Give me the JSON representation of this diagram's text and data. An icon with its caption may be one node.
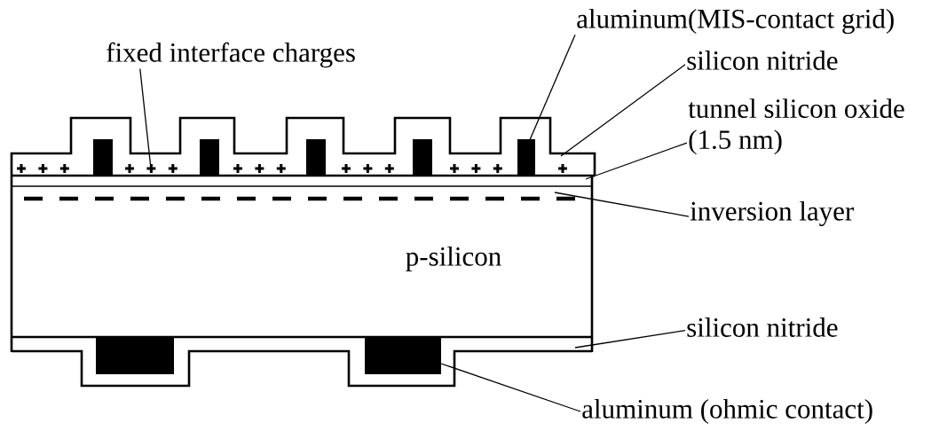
{
  "diagram": {
    "nodes": [
      {
        "text": [
          "aluminum(MIS-contact grid)"
        ]
      },
      {
        "text": [
          "fixed interface charges"
        ]
      },
      {
        "text": [
          "silicon nitride"
        ]
      },
      {
        "text": [
          "tunnel silicon oxide (1.5 nm)"
        ]
      },
      {
        "text": [
          "inversion layer"
        ]
      },
      {
        "text": [
          "silicon nitride"
        ]
      },
      {
        "text": [
          "aluminum (ohmic contact)"
        ]
      }
    ],
    "edges": [
      {
        "from": 0,
        "to": null,
        "arrow": "none"
      },
      {
        "from": 1,
        "to": null,
        "arrow": "none"
      },
      {
        "from": 2,
        "to": null,
        "arrow": "none"
      },
      {
        "from": 3,
        "to": null,
        "arrow": "none"
      },
      {
        "from": 4,
        "to": null,
        "arrow": "none"
      },
      {
        "from": 5,
        "to": null,
        "arrow": "none"
      },
      {
        "from": 6,
        "to": null,
        "arrow": "none"
      }
    ],
    "labels": [
      "p-silicon"
    ]
  }
}
